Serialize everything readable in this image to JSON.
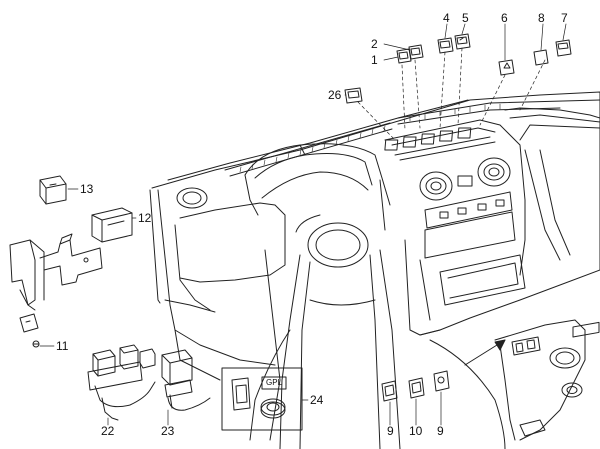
{
  "callouts": {
    "c1": "1",
    "c2": "2",
    "c4": "4",
    "c5": "5",
    "c6": "6",
    "c7": "7",
    "c8": "8",
    "c26": "26",
    "c13": "13",
    "c12": "12",
    "c11": "11",
    "c22": "22",
    "c23": "23",
    "c24": "24",
    "c9a": "9",
    "c10": "10",
    "c9b": "9"
  },
  "inset_text": "GPL"
}
